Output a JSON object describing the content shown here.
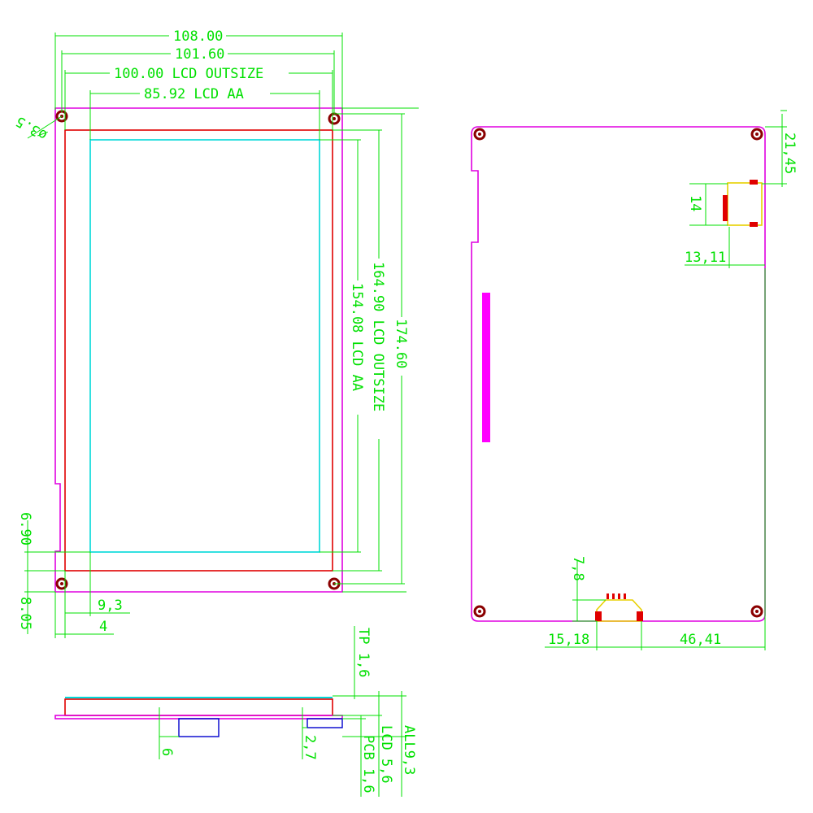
{
  "front_view": {
    "width_pcb": "108.00",
    "width_holes": "101.60",
    "width_lcd_outsize": "100.00 LCD OUTSIZE",
    "width_lcd_aa": "85.92 LCD AA",
    "hole_dia": "ø3.5",
    "height_pcb": "174.60",
    "height_lcd_outsize": "164.90 LCD OUTSIZE",
    "height_lcd_aa": "154.08 LCD AA",
    "bottom_offset_lcd": "6.90",
    "bottom_offset_hole": "8.05",
    "left_offset_aa": "9,3",
    "left_offset_hole": "4"
  },
  "back_view": {
    "connector_top": "21,45",
    "connector_height": "14",
    "connector_right": "13,11",
    "fpc_height": "7,8",
    "fpc_left": "15,18",
    "fpc_right": "46,41"
  },
  "side_view": {
    "tp_thickness": "TP 1,6",
    "component_height": "6",
    "component_small": "2,7",
    "pcb_thickness": "PCB 1,6",
    "lcd_thickness": "LCD 5,6",
    "all_thickness": "ALL9,3"
  },
  "colors": {
    "dimension": "#00e000",
    "pcb_outline": "#e000e0",
    "lcd_outline": "#e00000",
    "active_area": "#00d8d8",
    "hole": "#8a0000",
    "component": "#0000cc",
    "connector_pin": "#e8d000"
  }
}
